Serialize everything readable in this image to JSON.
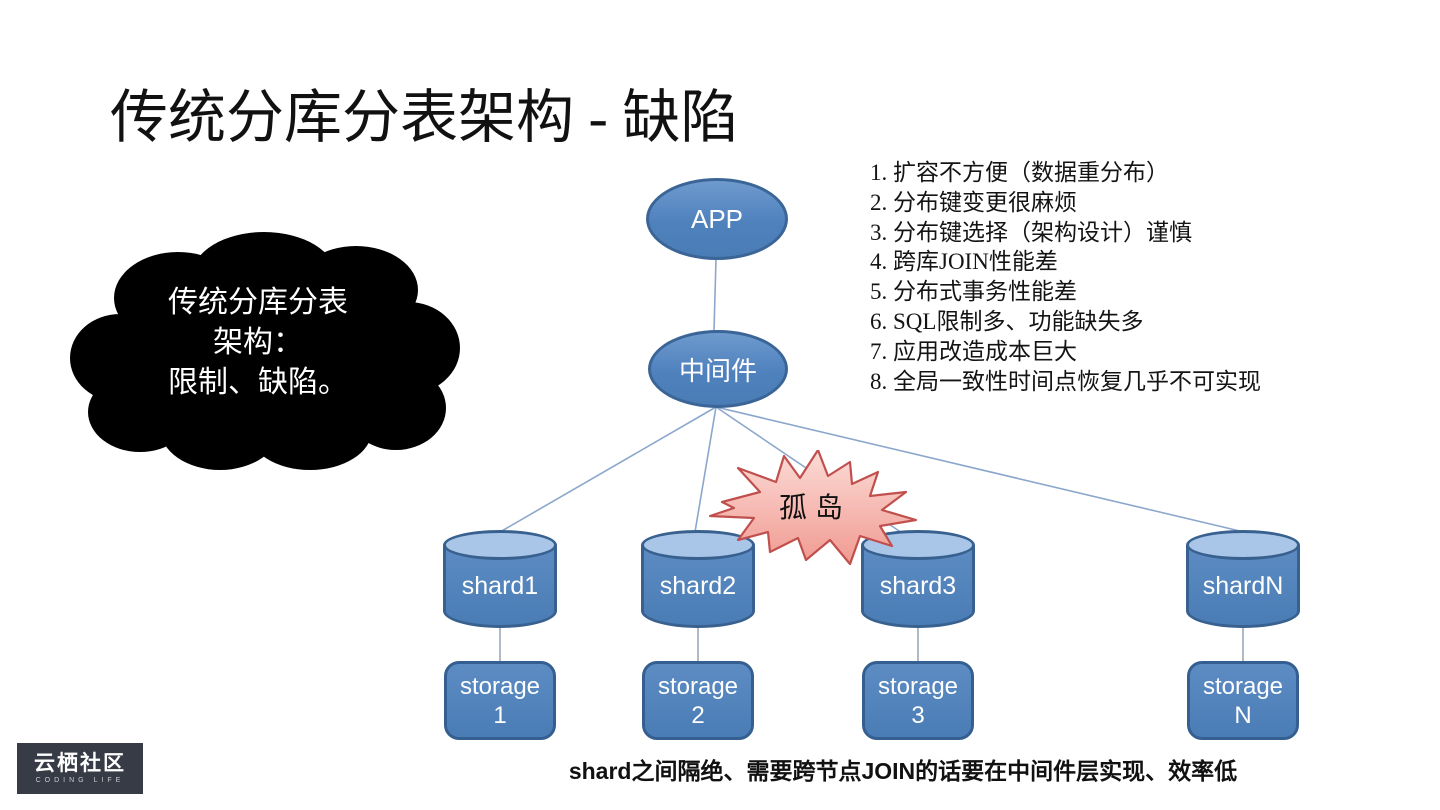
{
  "title": "传统分库分表架构 - 缺陷",
  "cloud_callout": {
    "lines": [
      "传统分库分表",
      "架构：",
      "限制、缺陷。"
    ]
  },
  "nodes": {
    "app_label": "APP",
    "middleware_label": "中间件"
  },
  "star": {
    "label": "孤岛"
  },
  "shards": [
    {
      "name": "shard1",
      "storage_line1": "storage",
      "storage_line2": "1"
    },
    {
      "name": "shard2",
      "storage_line1": "storage",
      "storage_line2": "2"
    },
    {
      "name": "shard3",
      "storage_line1": "storage",
      "storage_line2": "3"
    },
    {
      "name": "shardN",
      "storage_line1": "storage",
      "storage_line2": "N"
    }
  ],
  "defects": {
    "items": [
      "1. 扩容不方便（数据重分布）",
      "2. 分布键变更很麻烦",
      "3. 分布键选择（架构设计）谨慎",
      "4. 跨库JOIN性能差",
      "5. 分布式事务性能差",
      "6. SQL限制多、功能缺失多",
      "7. 应用改造成本巨大",
      "8. 全局一致性时间点恢复几乎不可实现"
    ]
  },
  "caption": "shard之间隔绝、需要跨节点JOIN的话要在中间件层实现、效率低",
  "logo": {
    "name": "云栖社区",
    "tagline": "CODING LIFE"
  },
  "colors": {
    "node_fill": "#4f81bd",
    "node_border": "#39618f",
    "cylinder_top": "#a9c6e8",
    "connector_line": "#8ba7cb",
    "star_fill_top": "#fcdcd7",
    "star_fill_bottom": "#f09a91",
    "star_border": "#c0504d",
    "cloud_fill": "#000000"
  }
}
